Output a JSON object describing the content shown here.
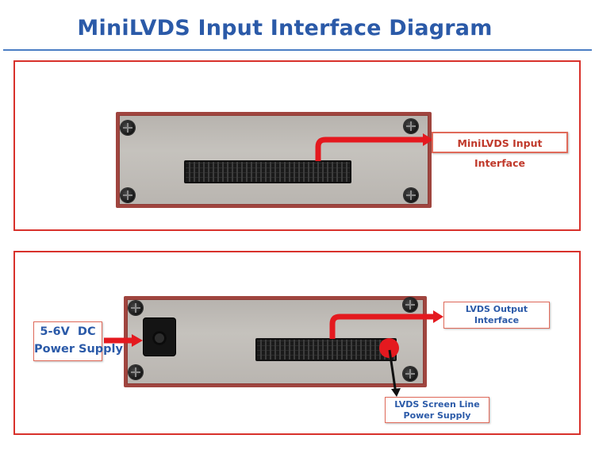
{
  "title": "MiniLVDS Input Interface Diagram",
  "labels": {
    "minilvds_input": "MiniLVDS Input Interface",
    "lvds_output_line1": "LVDS Output",
    "lvds_output_line2": "Interface",
    "power_supply_line1": "5-6V  DC",
    "power_supply_line2": "Power Supply",
    "screen_power_line1": "LVDS Screen Line",
    "screen_power_line2": "Power Supply"
  },
  "colors": {
    "title": "#2b5aa8",
    "panel_border": "#d8312b",
    "arrow": "#e4191f",
    "device_frame": "#a0453f",
    "device_face": "#c5c2bd",
    "label_text": "#2b5aa8"
  },
  "icons": [
    "screw-icon",
    "connector-icon",
    "dc-jack-icon",
    "arrow-icon"
  ]
}
